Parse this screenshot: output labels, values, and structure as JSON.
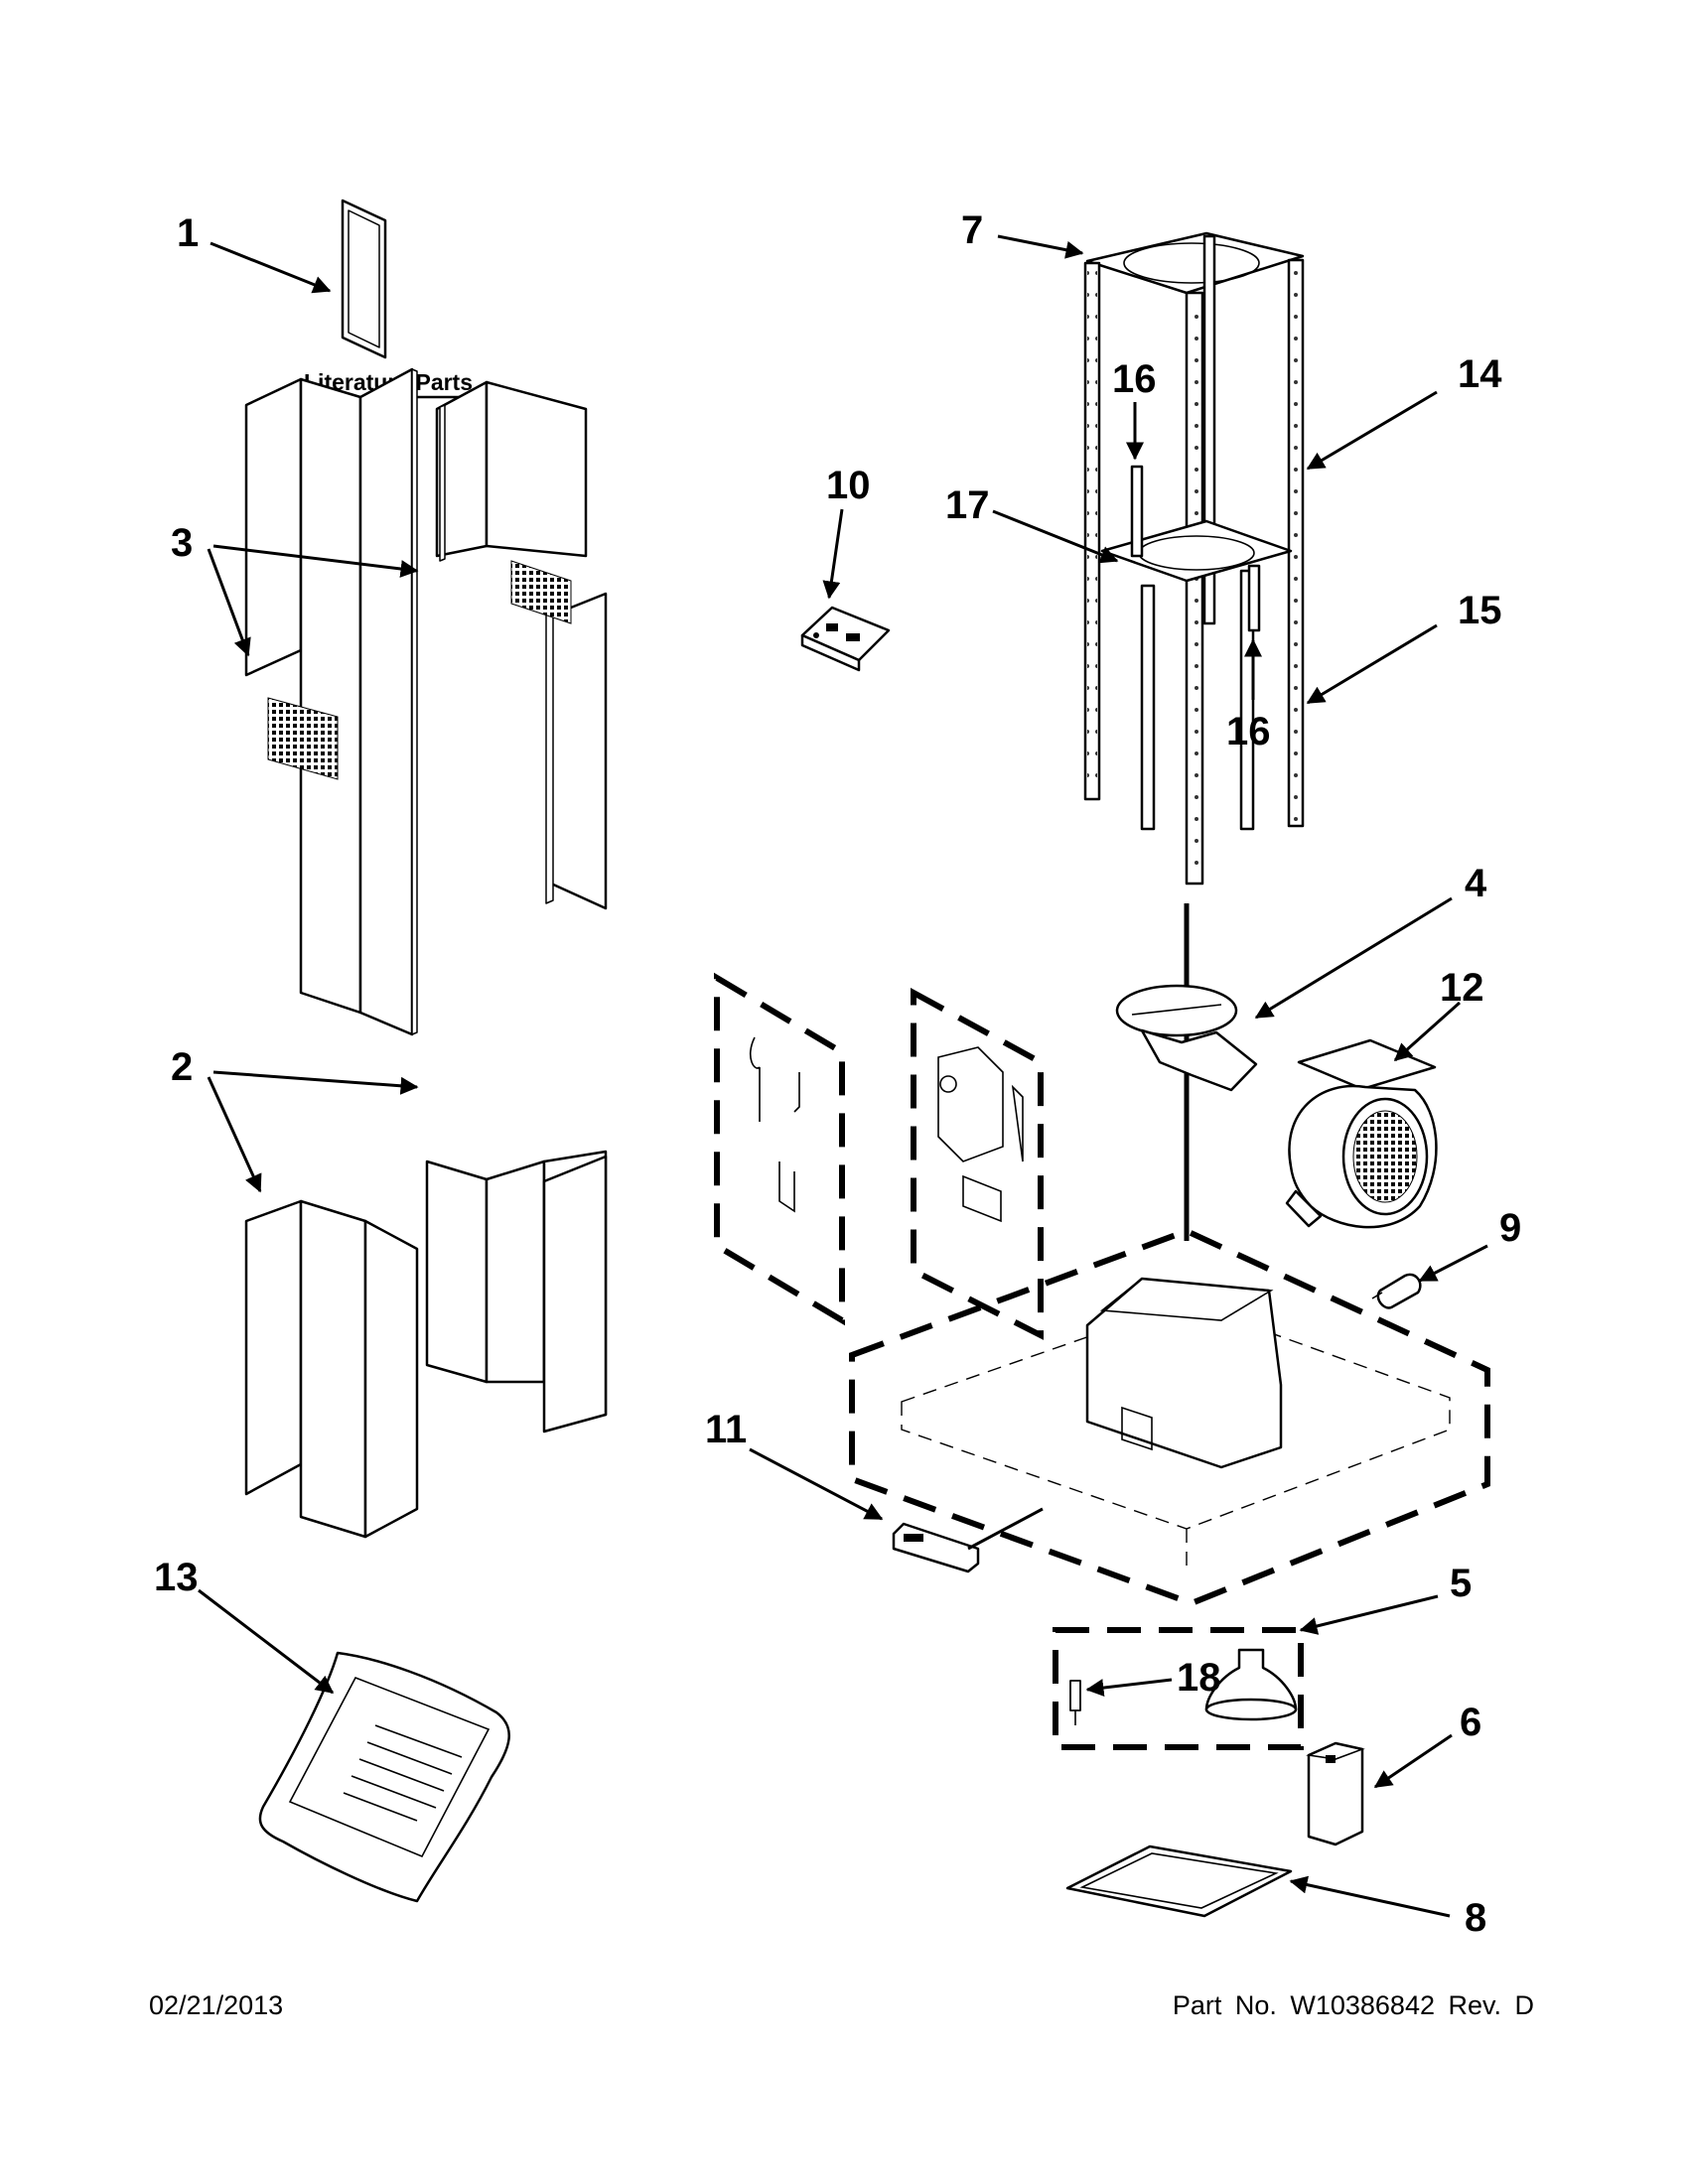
{
  "literature_label": "Literature Parts",
  "callouts": {
    "c1": "1",
    "c2": "2",
    "c3": "3",
    "c4": "4",
    "c5": "5",
    "c6": "6",
    "c7": "7",
    "c8": "8",
    "c9": "9",
    "c10": "10",
    "c11": "11",
    "c12": "12",
    "c13": "13",
    "c14": "14",
    "c15": "15",
    "c16a": "16",
    "c16b": "16",
    "c17": "17",
    "c18": "18"
  },
  "footer": {
    "date": "02/21/2013",
    "part_no": "Part No.  W10386842  Rev.  D"
  }
}
